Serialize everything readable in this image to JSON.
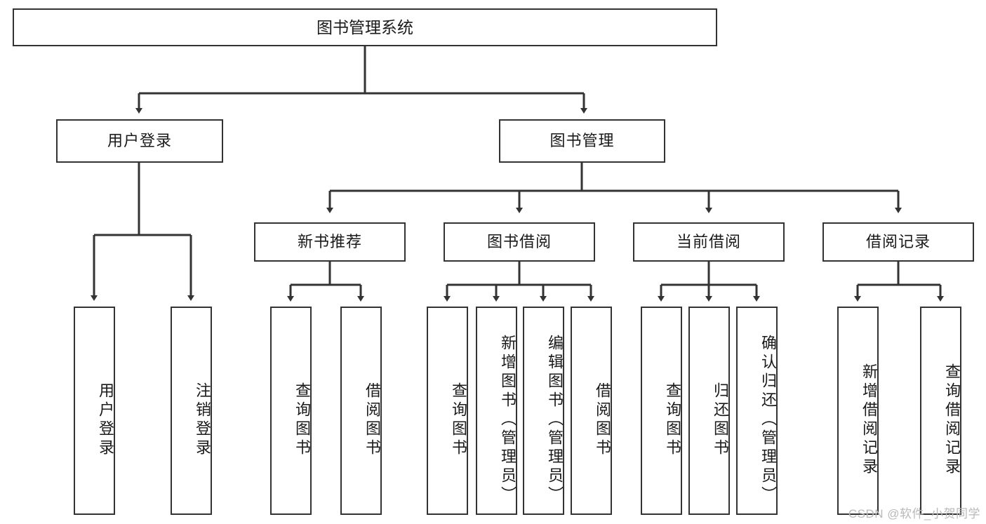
{
  "diagram": {
    "title": "图书管理系统",
    "watermark": "CSDN @软件_小贺同学",
    "colors": {
      "stroke": "#333333",
      "background": "#ffffff",
      "text": "#1a1a1a",
      "watermark": "#b9b9b9"
    },
    "nodes": {
      "root": "图书管理系统",
      "level2": [
        "用户登录",
        "图书管理"
      ],
      "level3": [
        "新书推荐",
        "图书借阅",
        "当前借阅",
        "借阅记录"
      ],
      "leaves_user_login": [
        "用户登录",
        "注销登录"
      ],
      "leaves_new_book": [
        "查询图书",
        "借阅图书"
      ],
      "leaves_borrow": [
        "查询图书",
        "新增图书（管理员）",
        "编辑图书（管理员）",
        "借阅图书"
      ],
      "leaves_current": [
        "查询图书",
        "归还图书",
        "确认归还（管理员）"
      ],
      "leaves_record": [
        "新增借阅记录",
        "查询借阅记录"
      ]
    }
  }
}
